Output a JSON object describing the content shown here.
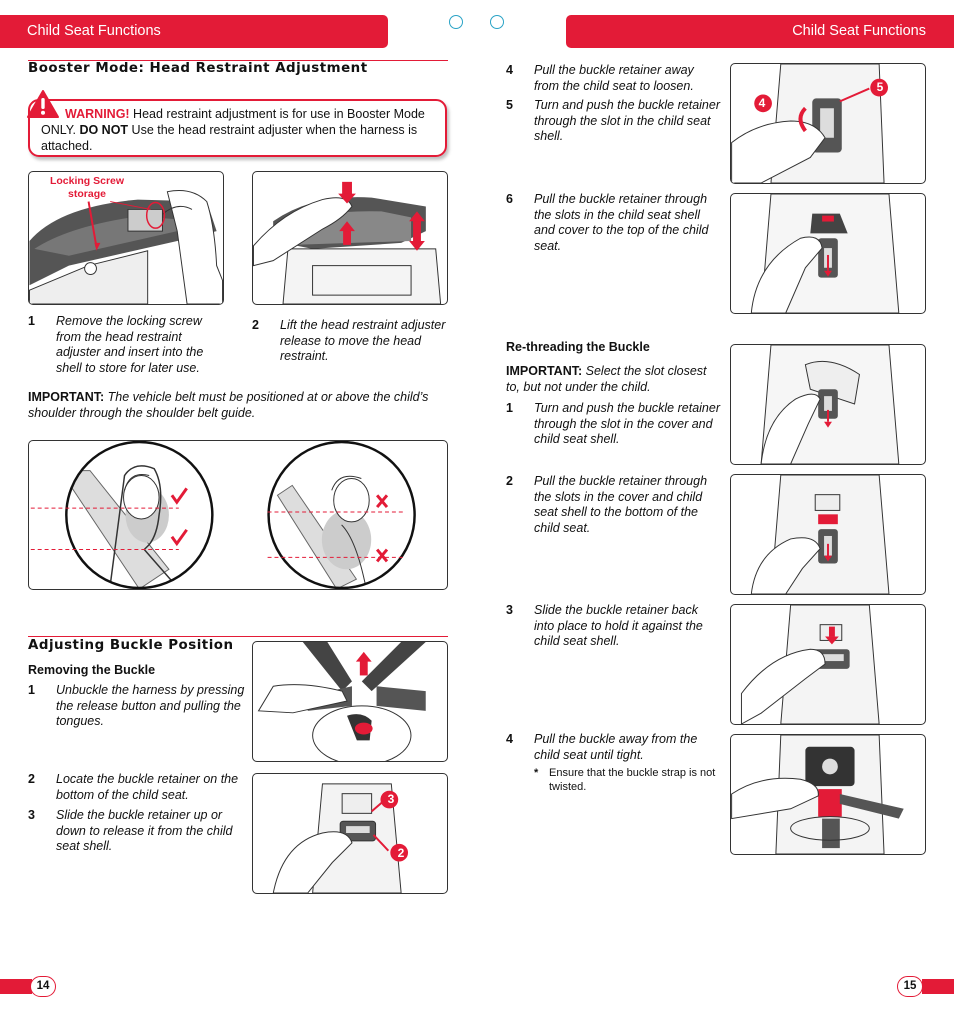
{
  "header": {
    "left_title": "Child Seat Functions",
    "right_title": "Child Seat Functions"
  },
  "left_page": {
    "section_title": "Booster Mode: Head Restraint Adjustment",
    "warning": {
      "label": "WARNING!",
      "text_1": " Head restraint adjustment is for use in Booster Mode ONLY. ",
      "emph": "DO NOT",
      "text_2": " Use the head restraint adjuster when the harness is attached."
    },
    "figure_1_callout": "Locking Screw storage",
    "steps_head": [
      {
        "num": "1",
        "text": "Remove the locking screw from the head restraint adjuster and insert into the shell to store for later use."
      },
      {
        "num": "2",
        "text": "Lift the head restraint adjuster release to move the head restraint."
      }
    ],
    "important": {
      "label": "IMPORTANT:",
      "text": " The vehicle belt must be positioned at or above the child’s shoulder through the shoulder belt guide."
    },
    "buckle_section_title": "Adjusting Buckle Position",
    "removing_subheading": "Removing the Buckle",
    "steps_remove": [
      {
        "num": "1",
        "text": "Unbuckle the harness by pressing the release button and pulling the tongues."
      },
      {
        "num": "2",
        "text": "Locate the buckle retainer on the bottom of the child seat."
      },
      {
        "num": "3",
        "text": "Slide the buckle retainer up or down to release it from the child seat shell."
      }
    ],
    "figure_callouts": {
      "a": "3",
      "b": "2"
    },
    "page_number": "14"
  },
  "right_page": {
    "steps_remove_cont": [
      {
        "num": "4",
        "text": "Pull the buckle retainer away from the child seat to loosen."
      },
      {
        "num": "5",
        "text": "Turn and push the buckle retainer through the slot in the child seat shell."
      },
      {
        "num": "6",
        "text": "Pull the buckle retainer through the slots in the child seat shell and cover to the top of the child seat."
      }
    ],
    "figure_callouts": {
      "a": "4",
      "b": "5"
    },
    "rethread_subheading": "Re-threading the Buckle",
    "important": {
      "label": "IMPORTANT:",
      "text": " Select the slot closest to, but not under the child."
    },
    "steps_rethread": [
      {
        "num": "1",
        "text": "Turn and push the buckle retainer through the slot in the cover and child seat shell."
      },
      {
        "num": "2",
        "text": "Pull the buckle retainer through the slots in the cover and child seat shell to the bottom of the child seat."
      },
      {
        "num": "3",
        "text": "Slide the buckle retainer back into place to hold it against the child seat shell."
      },
      {
        "num": "4",
        "text": "Pull the buckle away from the child seat until tight."
      }
    ],
    "note": {
      "mark": "*",
      "text": "Ensure that the buckle strap is not twisted."
    },
    "page_number": "15"
  },
  "colors": {
    "accent": "#e31b37",
    "registration": "#2aa3c6"
  }
}
